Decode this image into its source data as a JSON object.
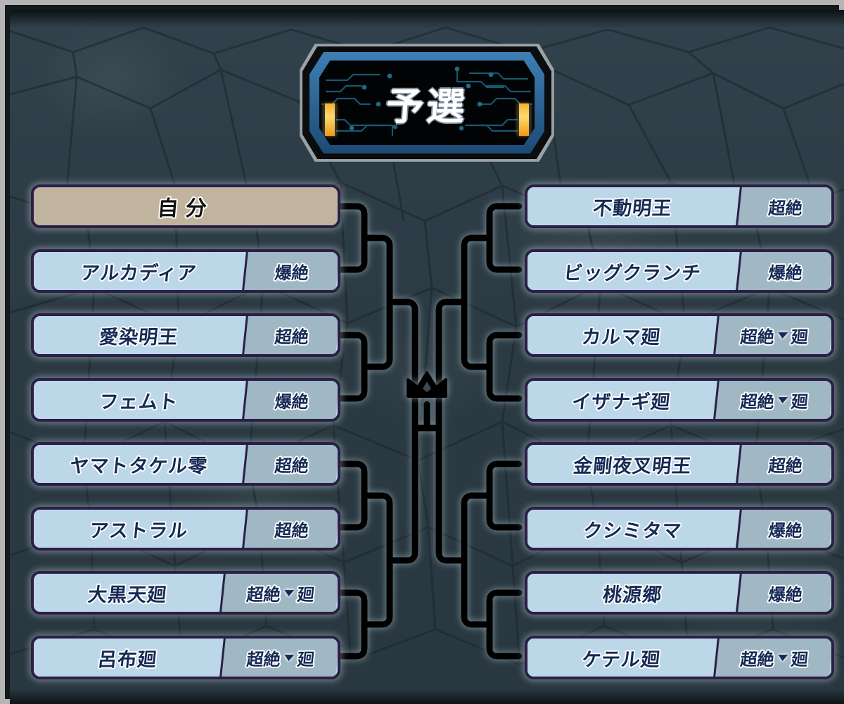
{
  "header": {
    "title": "予選",
    "banner_accent_color": "#f6b12a",
    "banner_frame_color": "#2d6494"
  },
  "theme": {
    "background_stone": "#2c3c45",
    "card_border": "#2b1f47",
    "card_name_bg": "#bcd7e7",
    "card_rank_bg": "#9fb8c4",
    "self_card_bg": "#c1b49e",
    "text_color": "#152a55",
    "bracket_line": "#000000"
  },
  "bracket": {
    "center_icon": "crown-icon",
    "left_column": [
      {
        "name": "自分",
        "rank": "",
        "rank_suffix": "",
        "is_self": true,
        "rank_width": "none"
      },
      {
        "name": "アルカディア",
        "rank": "爆絶",
        "rank_suffix": "",
        "is_self": false,
        "rank_width": "narrow"
      },
      {
        "name": "愛染明王",
        "rank": "超絶",
        "rank_suffix": "",
        "is_self": false,
        "rank_width": "narrow"
      },
      {
        "name": "フェムト",
        "rank": "爆絶",
        "rank_suffix": "",
        "is_self": false,
        "rank_width": "narrow"
      },
      {
        "name": "ヤマトタケル零",
        "rank": "超絶",
        "rank_suffix": "",
        "is_self": false,
        "rank_width": "narrow"
      },
      {
        "name": "アストラル",
        "rank": "超絶",
        "rank_suffix": "",
        "is_self": false,
        "rank_width": "narrow"
      },
      {
        "name": "大黒天廻",
        "rank": "超絶",
        "rank_suffix": "廻",
        "is_self": false,
        "rank_width": "wide"
      },
      {
        "name": "呂布廻",
        "rank": "超絶",
        "rank_suffix": "廻",
        "is_self": false,
        "rank_width": "wide"
      }
    ],
    "right_column": [
      {
        "name": "不動明王",
        "rank": "超絶",
        "rank_suffix": "",
        "is_self": false,
        "rank_width": "narrow"
      },
      {
        "name": "ビッグクランチ",
        "rank": "爆絶",
        "rank_suffix": "",
        "is_self": false,
        "rank_width": "narrow"
      },
      {
        "name": "カルマ廻",
        "rank": "超絶",
        "rank_suffix": "廻",
        "is_self": false,
        "rank_width": "wide"
      },
      {
        "name": "イザナギ廻",
        "rank": "超絶",
        "rank_suffix": "廻",
        "is_self": false,
        "rank_width": "wide"
      },
      {
        "name": "金剛夜叉明王",
        "rank": "超絶",
        "rank_suffix": "",
        "is_self": false,
        "rank_width": "narrow"
      },
      {
        "name": "クシミタマ",
        "rank": "爆絶",
        "rank_suffix": "",
        "is_self": false,
        "rank_width": "narrow"
      },
      {
        "name": "桃源郷",
        "rank": "爆絶",
        "rank_suffix": "",
        "is_self": false,
        "rank_width": "narrow"
      },
      {
        "name": "ケテル廻",
        "rank": "超絶",
        "rank_suffix": "廻",
        "is_self": false,
        "rank_width": "wide"
      }
    ]
  }
}
